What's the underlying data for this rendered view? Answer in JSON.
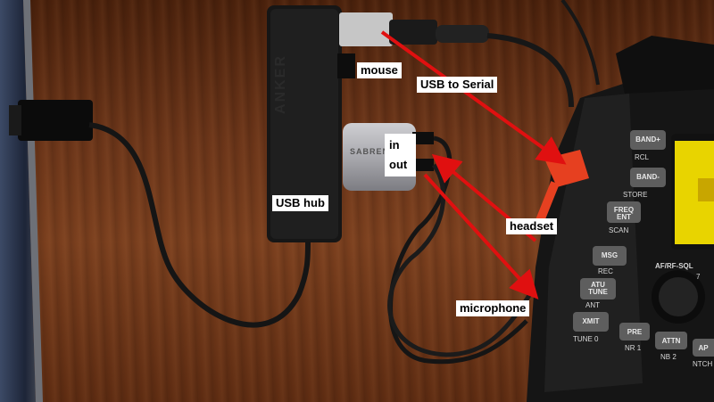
{
  "annotations": {
    "mouse": "mouse",
    "usb_to_serial": "USB to Serial",
    "in": "in",
    "out": "out",
    "usb_hub": "USB hub",
    "headset": "headset",
    "microphone": "microphone"
  },
  "device_text": {
    "hub_brand": "ANKER",
    "adapter_brand": "SABRENT",
    "radio_buttons": [
      {
        "label": "BAND+",
        "sub": "RCL"
      },
      {
        "label": "BAND-",
        "sub": "STORE"
      },
      {
        "label": "FREQ ENT",
        "sub": "SCAN"
      },
      {
        "label": "MSG",
        "sub": "REC"
      },
      {
        "label": "ATU TUNE",
        "sub": "ANT"
      },
      {
        "label": "XMIT",
        "sub": "TUNE 0"
      }
    ],
    "bottom_buttons": [
      {
        "label": "PRE",
        "sub": "NR 1"
      },
      {
        "label": "ATTN",
        "sub": "NB 2"
      },
      {
        "label": "AP",
        "sub": "NTCH"
      }
    ],
    "knob_label": "AF/RF-SQL",
    "knob_tick": "7"
  },
  "colors": {
    "arrow": "#e01010",
    "label_bg": "#ffffff",
    "label_text": "#000000",
    "display": "#e8d400",
    "desk": "#6b3519"
  }
}
